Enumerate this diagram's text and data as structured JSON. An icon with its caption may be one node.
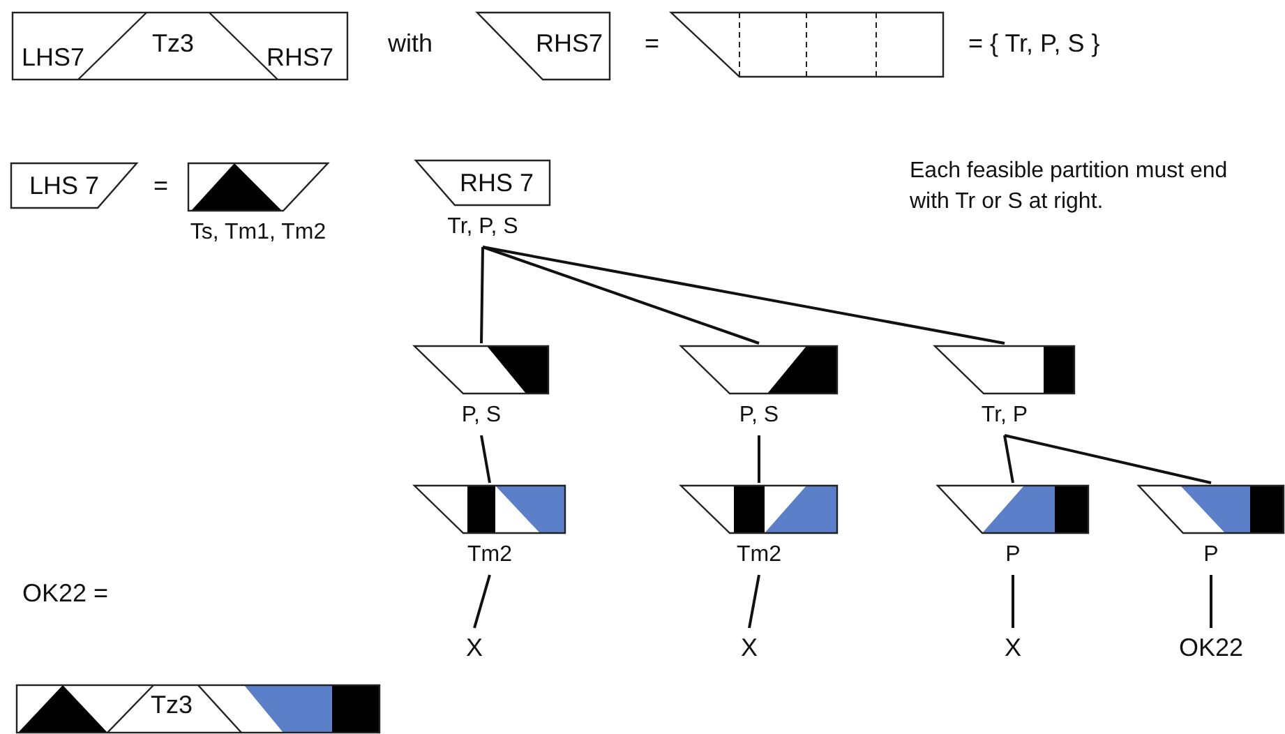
{
  "diagram": {
    "nodes": [
      {
        "text": [
          "LHS7",
          "Tz3",
          "RHS7"
        ]
      },
      {
        "text": [
          "RHS7"
        ]
      },
      {
        "text": [],
        "shape": "picture"
      },
      {
        "text": [
          "LHS 7"
        ]
      },
      {
        "text": [],
        "shape": "picture",
        "beside": [
          "Ts, Tm1, Tm2"
        ]
      },
      {
        "text": [
          "RHS 7"
        ],
        "beside": [
          "Tr, P, S"
        ]
      },
      {
        "text": [],
        "shape": "picture",
        "beside": [
          "P, S"
        ]
      },
      {
        "text": [],
        "shape": "picture",
        "beside": [
          "P, S"
        ]
      },
      {
        "text": [],
        "shape": "picture",
        "beside": [
          "Tr, P"
        ]
      },
      {
        "text": [],
        "shape": "picture",
        "beside": [
          "Tm2"
        ]
      },
      {
        "text": [],
        "shape": "picture",
        "beside": [
          "Tm2"
        ]
      },
      {
        "text": [],
        "shape": "picture",
        "beside": [
          "P"
        ]
      },
      {
        "text": [],
        "shape": "picture",
        "beside": [
          "P"
        ]
      },
      {
        "text": [
          "X"
        ]
      },
      {
        "text": [
          "X"
        ]
      },
      {
        "text": [
          "X"
        ]
      },
      {
        "text": [
          "OK22"
        ]
      },
      {
        "text": [
          "Tz3"
        ]
      }
    ],
    "edges": [
      {
        "from": 5,
        "to": 6,
        "arrow": "none"
      },
      {
        "from": 5,
        "to": 7,
        "arrow": "none"
      },
      {
        "from": 5,
        "to": 8,
        "arrow": "none"
      },
      {
        "from": 6,
        "to": 9,
        "arrow": "none"
      },
      {
        "from": 7,
        "to": 10,
        "arrow": "none"
      },
      {
        "from": 8,
        "to": 11,
        "arrow": "none"
      },
      {
        "from": 8,
        "to": 12,
        "arrow": "none"
      },
      {
        "from": 9,
        "to": 13,
        "arrow": "none"
      },
      {
        "from": 10,
        "to": 14,
        "arrow": "none"
      },
      {
        "from": 11,
        "to": 15,
        "arrow": "none"
      },
      {
        "from": 12,
        "to": 16,
        "arrow": "none"
      }
    ],
    "labels": [
      "with",
      "=",
      "= { Tr, P, S }",
      "=",
      "Each feasible partition must end with Tr or S at right.",
      "OK22 ="
    ]
  }
}
